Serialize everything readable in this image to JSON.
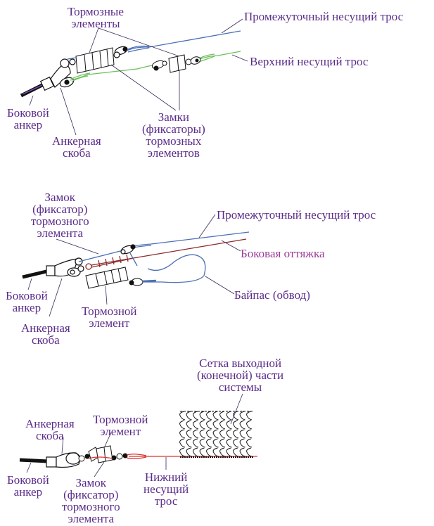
{
  "title": "Схема крепления несущих тросов к боковому анкеру",
  "colors": {
    "label_text": "#5b2c8a",
    "label_text_alt": "#9b3c9a",
    "leader_line": "#3a2a5a",
    "intermediate_rope": "#4a6fb5",
    "upper_rope": "#6cbf5a",
    "side_guy": "#8b2a2a",
    "bypass_rope": "#4a6fb5",
    "lower_rope": "#e03030",
    "hardware": "#111111"
  },
  "panels": [
    {
      "id": "panel-1",
      "labels": {
        "braking_elements": "Тормозные\nэлементы",
        "intermediate_rope": "Промежуточный несущий трос",
        "upper_rope": "Верхний несущий трос",
        "side_anchor": "Боковой\nанкер",
        "anchor_shackle": "Анкерная\nскоба",
        "locks": "Замки\n(фиксаторы)\nтормозных\nэлементов"
      }
    },
    {
      "id": "panel-2",
      "labels": {
        "lock": "Замок\n(фиксатор)\nтормозного\nэлемента",
        "intermediate_rope": "Промежуточный несущий трос",
        "side_guy": "Боковая оттяжка",
        "bypass": "Байпас (обвод)",
        "side_anchor": "Боковой\nанкер",
        "braking_element": "Тормозной\nэлемент",
        "anchor_shackle": "Анкерная\nскоба"
      }
    },
    {
      "id": "panel-3",
      "labels": {
        "net": "Сетка выходной\n(конечной) части\nсистемы",
        "anchor_shackle": "Анкерная\nскоба",
        "braking_element": "Тормозной\nэлемент",
        "side_anchor": "Боковой\nанкер",
        "lock": "Замок\n(фиксатор)\nтормозного\nэлемента",
        "lower_rope": "Нижний\nнесущий\nтрос"
      }
    }
  ]
}
